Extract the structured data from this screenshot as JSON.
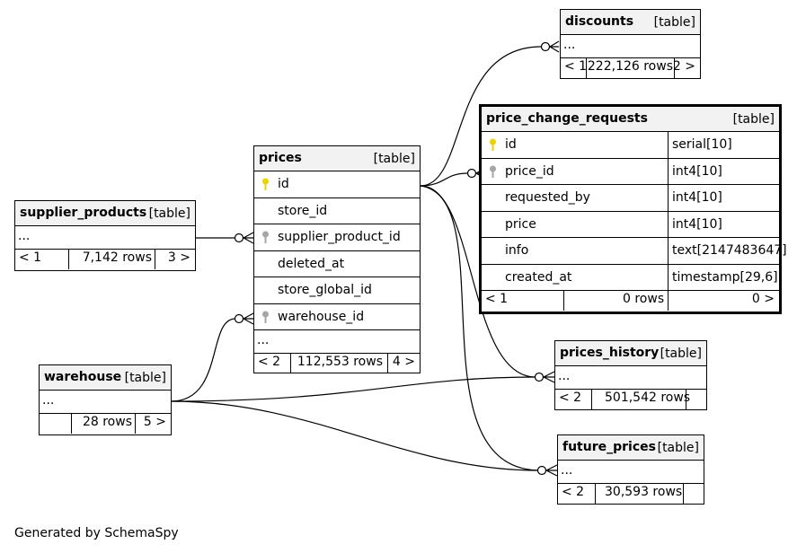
{
  "tables": {
    "discounts": {
      "name": "discounts",
      "tag": "[table]",
      "ellipsis": "...",
      "left": "< 1",
      "rows": "222,126 rows",
      "right": "2 >"
    },
    "supplier_products": {
      "name": "supplier_products",
      "tag": "[table]",
      "ellipsis": "...",
      "left": "< 1",
      "rows": "7,142 rows",
      "right": "3 >"
    },
    "prices": {
      "name": "prices",
      "tag": "[table]",
      "columns": [
        {
          "name": "id",
          "key": "primary"
        },
        {
          "name": "store_id",
          "key": "none"
        },
        {
          "name": "supplier_product_id",
          "key": "foreign"
        },
        {
          "name": "deleted_at",
          "key": "none"
        },
        {
          "name": "store_global_id",
          "key": "none"
        },
        {
          "name": "warehouse_id",
          "key": "foreign"
        }
      ],
      "ellipsis": "...",
      "left": "< 2",
      "rows": "112,553 rows",
      "right": "4 >"
    },
    "price_change_requests": {
      "name": "price_change_requests",
      "tag": "[table]",
      "columns": [
        {
          "name": "id",
          "type": "serial[10]",
          "key": "primary"
        },
        {
          "name": "price_id",
          "type": "int4[10]",
          "key": "foreign"
        },
        {
          "name": "requested_by",
          "type": "int4[10]",
          "key": "none"
        },
        {
          "name": "price",
          "type": "int4[10]",
          "key": "none"
        },
        {
          "name": "info",
          "type": "text[2147483647]",
          "key": "none"
        },
        {
          "name": "created_at",
          "type": "timestamp[29,6]",
          "key": "none"
        }
      ],
      "left": "< 1",
      "rows": "0 rows",
      "right": "0 >"
    },
    "warehouse": {
      "name": "warehouse",
      "tag": "[table]",
      "ellipsis": "...",
      "left": "",
      "rows": "28 rows",
      "right": "5 >"
    },
    "prices_history": {
      "name": "prices_history",
      "tag": "[table]",
      "ellipsis": "...",
      "left": "< 2",
      "rows": "501,542 rows",
      "right": ""
    },
    "future_prices": {
      "name": "future_prices",
      "tag": "[table]",
      "ellipsis": "...",
      "left": "< 2",
      "rows": "30,593 rows",
      "right": ""
    }
  },
  "colors": {
    "primary_key": "#e8d400",
    "foreign_key": "#a6a6a6",
    "header_bg": "#f2f2f2"
  },
  "footer": {
    "generated_by": "Generated by SchemaSpy"
  }
}
